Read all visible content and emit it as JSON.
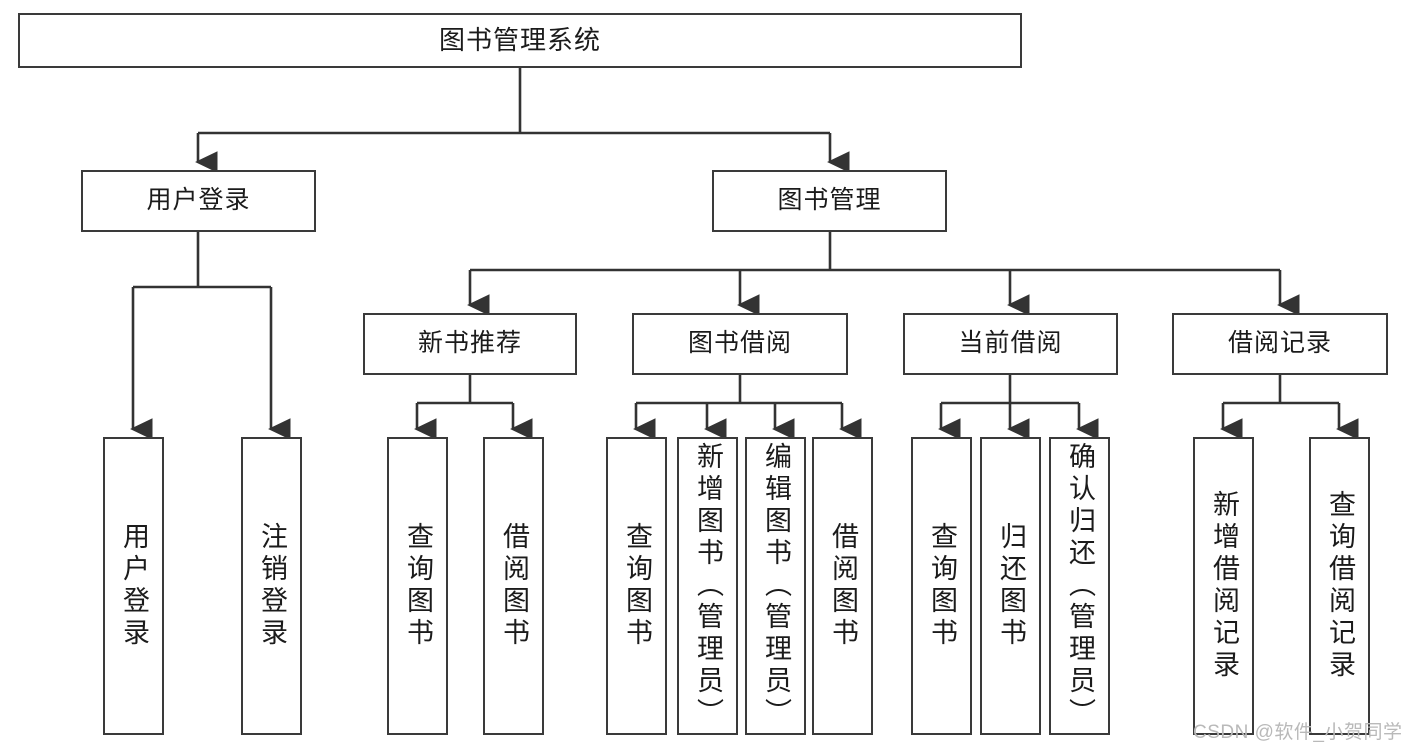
{
  "diagram": {
    "title": "图书管理系统",
    "watermark": "CSDN @软件_小贺同学",
    "colors": {
      "box_border": "#3a3a3a",
      "box_fill": "#ffffff",
      "edge": "#333333",
      "text": "#1b1b1b",
      "watermark": "#b9b9b9"
    },
    "levels": {
      "root": "图书管理系统",
      "level2": [
        "用户登录",
        "图书管理"
      ],
      "level3": [
        "新书推荐",
        "图书借阅",
        "当前借阅",
        "借阅记录"
      ]
    },
    "nodes": {
      "root": {
        "label": "图书管理系统"
      },
      "user_login": {
        "label": "用户登录"
      },
      "book_manage": {
        "label": "图书管理"
      },
      "new_book_rec": {
        "label": "新书推荐"
      },
      "book_borrow": {
        "label": "图书借阅"
      },
      "current_borrow": {
        "label": "当前借阅"
      },
      "borrow_record": {
        "label": "借阅记录"
      },
      "leaf_user_login": {
        "label": "用户登录"
      },
      "leaf_logout": {
        "label": "注销登录"
      },
      "leaf_query_book_1": {
        "label": "查询图书"
      },
      "leaf_borrow_book_1": {
        "label": "借阅图书"
      },
      "leaf_query_book_2": {
        "label": "查询图书"
      },
      "leaf_add_book": {
        "label": "新增图书（管理员）"
      },
      "leaf_edit_book": {
        "label": "编辑图书（管理员）"
      },
      "leaf_borrow_book_2": {
        "label": "借阅图书"
      },
      "leaf_query_book_3": {
        "label": "查询图书"
      },
      "leaf_return_book": {
        "label": "归还图书"
      },
      "leaf_confirm_return": {
        "label": "确认归还（管理员）"
      },
      "leaf_add_record": {
        "label": "新增借阅记录"
      },
      "leaf_query_record": {
        "label": "查询借阅记录"
      }
    },
    "tree": {
      "图书管理系统": {
        "用户登录": [
          "用户登录",
          "注销登录"
        ],
        "图书管理": {
          "新书推荐": [
            "查询图书",
            "借阅图书"
          ],
          "图书借阅": [
            "查询图书",
            "新增图书（管理员）",
            "编辑图书（管理员）",
            "借阅图书"
          ],
          "当前借阅": [
            "查询图书",
            "归还图书",
            "确认归还（管理员）"
          ],
          "借阅记录": [
            "新增借阅记录",
            "查询借阅记录"
          ]
        }
      }
    }
  }
}
